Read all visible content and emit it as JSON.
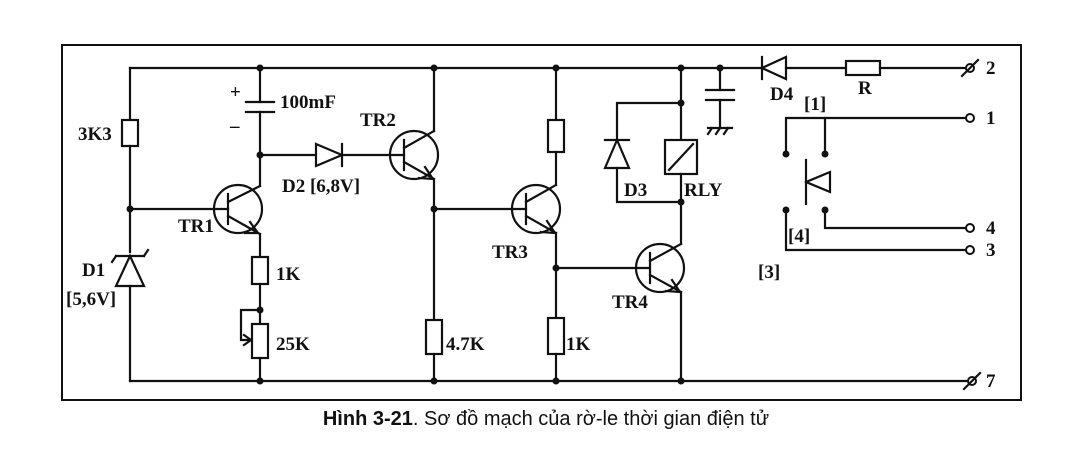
{
  "labels": {
    "r_3k3": "3K3",
    "cap_100mf": "100mF",
    "cap_plus": "+",
    "cap_minus": "–",
    "tr1": "TR1",
    "tr2": "TR2",
    "tr3": "TR3",
    "tr4": "TR4",
    "d1": "D1",
    "d1_rating": "[5,6V]",
    "d2": "D2 [6,8V]",
    "d3": "D3",
    "d4": "D4",
    "rly": "RLY",
    "r_1k_a": "1K",
    "r_25k": "25K",
    "r_4k7": "4.7K",
    "r_1k_b": "1K",
    "r_r": "R",
    "contact_1": "[1]",
    "contact_4": "[4]",
    "contact_3": "[3]",
    "term_2": "2",
    "term_1": "1",
    "term_4": "4",
    "term_3": "3",
    "term_7": "7"
  },
  "caption": {
    "figure": "Hình 3-21",
    "text": ". Sơ đồ mạch của rờ-le thời gian điện tử"
  }
}
